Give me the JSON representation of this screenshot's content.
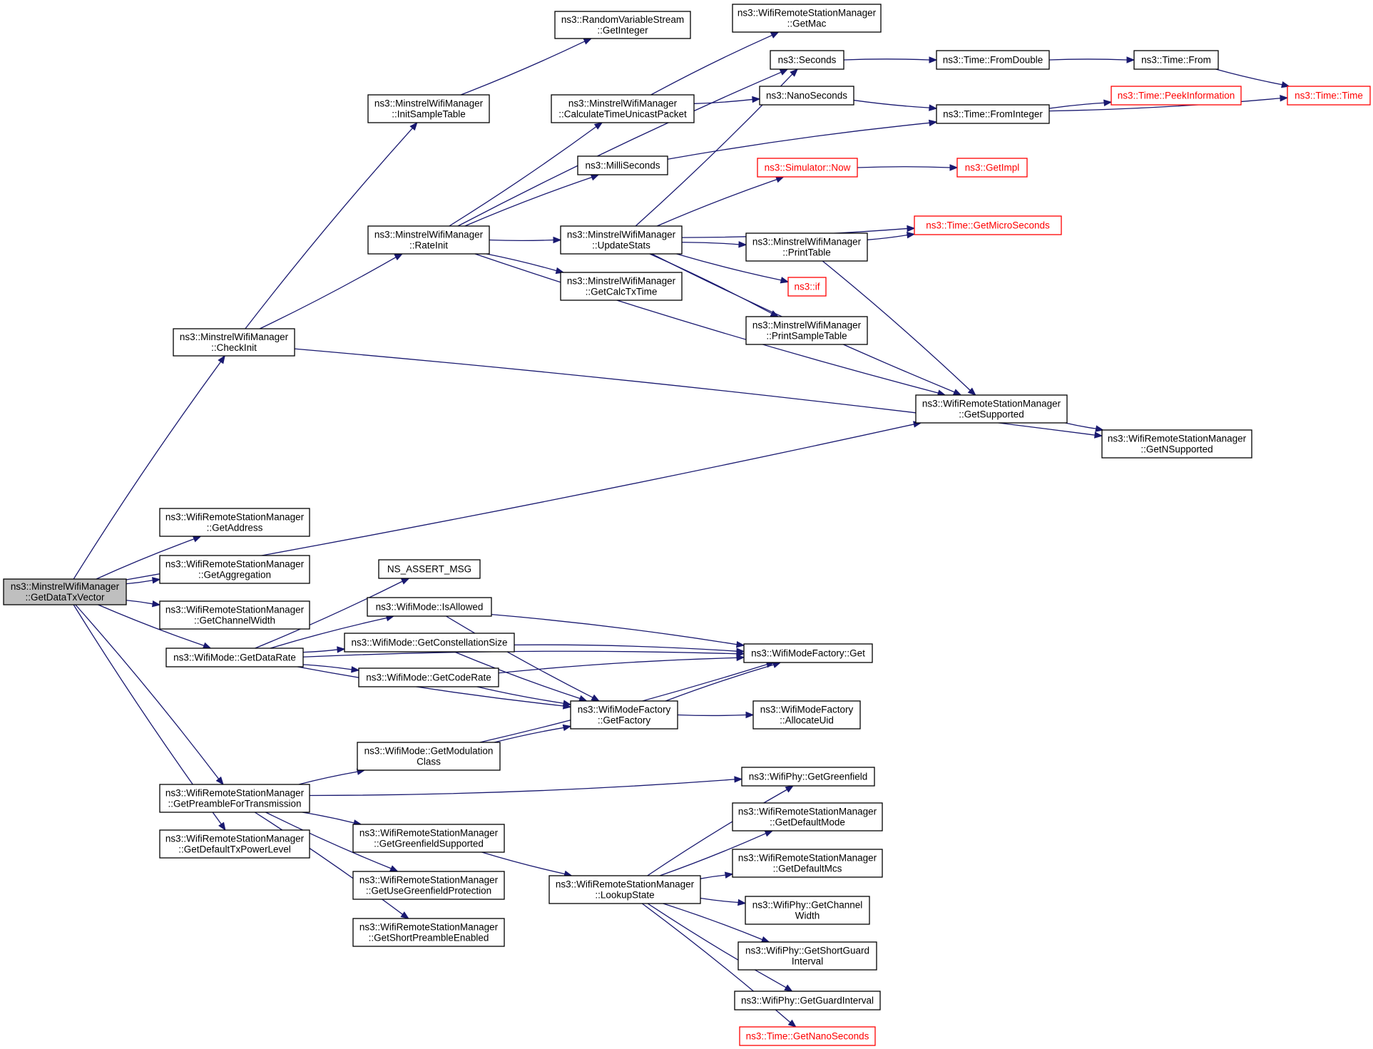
{
  "graph": {
    "nodes": [
      {
        "id": "root",
        "lines": [
          "ns3::MinstrelWifiManager",
          "::GetDataTxVector"
        ],
        "style": "root"
      },
      {
        "id": "checkInit",
        "lines": [
          "ns3::MinstrelWifiManager",
          "::CheckInit"
        ]
      },
      {
        "id": "initSampleTable",
        "lines": [
          "ns3::MinstrelWifiManager",
          "::InitSampleTable"
        ]
      },
      {
        "id": "rateInit",
        "lines": [
          "ns3::MinstrelWifiManager",
          "::RateInit"
        ]
      },
      {
        "id": "rvsGetInteger",
        "lines": [
          "ns3::RandomVariableStream",
          "::GetInteger"
        ]
      },
      {
        "id": "calcTimeUnicast",
        "lines": [
          "ns3::MinstrelWifiManager",
          "::CalculateTimeUnicastPacket"
        ]
      },
      {
        "id": "milliSeconds",
        "lines": [
          "ns3::MilliSeconds"
        ]
      },
      {
        "id": "updateStats",
        "lines": [
          "ns3::MinstrelWifiManager",
          "::UpdateStats"
        ]
      },
      {
        "id": "getCalcTxTime",
        "lines": [
          "ns3::MinstrelWifiManager",
          "::GetCalcTxTime"
        ]
      },
      {
        "id": "getMac",
        "lines": [
          "ns3::WifiRemoteStationManager",
          "::GetMac"
        ]
      },
      {
        "id": "seconds",
        "lines": [
          "ns3::Seconds"
        ]
      },
      {
        "id": "nanoSeconds",
        "lines": [
          "ns3::NanoSeconds"
        ]
      },
      {
        "id": "simNow",
        "lines": [
          "ns3::Simulator::Now"
        ],
        "style": "red"
      },
      {
        "id": "printTable",
        "lines": [
          "ns3::MinstrelWifiManager",
          "::PrintTable"
        ]
      },
      {
        "id": "nsIf",
        "lines": [
          "ns3::if"
        ],
        "style": "red"
      },
      {
        "id": "printSampleTable",
        "lines": [
          "ns3::MinstrelWifiManager",
          "::PrintSampleTable"
        ]
      },
      {
        "id": "timeFromDouble",
        "lines": [
          "ns3::Time::FromDouble"
        ]
      },
      {
        "id": "timeFromInteger",
        "lines": [
          "ns3::Time::FromInteger"
        ]
      },
      {
        "id": "getImpl",
        "lines": [
          "ns3::GetImpl"
        ],
        "style": "red"
      },
      {
        "id": "getMicroSeconds",
        "lines": [
          "ns3::Time::GetMicroSeconds"
        ],
        "style": "red"
      },
      {
        "id": "getSupported",
        "lines": [
          "ns3::WifiRemoteStationManager",
          "::GetSupported"
        ]
      },
      {
        "id": "timeFrom",
        "lines": [
          "ns3::Time::From"
        ]
      },
      {
        "id": "peekInformation",
        "lines": [
          "ns3::Time::PeekInformation"
        ],
        "style": "red"
      },
      {
        "id": "timeTime",
        "lines": [
          "ns3::Time::Time"
        ],
        "style": "red"
      },
      {
        "id": "getNSupported",
        "lines": [
          "ns3::WifiRemoteStationManager",
          "::GetNSupported"
        ]
      },
      {
        "id": "getAddress",
        "lines": [
          "ns3::WifiRemoteStationManager",
          "::GetAddress"
        ]
      },
      {
        "id": "getAggregation",
        "lines": [
          "ns3::WifiRemoteStationManager",
          "::GetAggregation"
        ]
      },
      {
        "id": "getChannelWidth",
        "lines": [
          "ns3::WifiRemoteStationManager",
          "::GetChannelWidth"
        ]
      },
      {
        "id": "getDataRate",
        "lines": [
          "ns3::WifiMode::GetDataRate"
        ]
      },
      {
        "id": "getPreamble",
        "lines": [
          "ns3::WifiRemoteStationManager",
          "::GetPreambleForTransmission"
        ]
      },
      {
        "id": "getDefaultTxPower",
        "lines": [
          "ns3::WifiRemoteStationManager",
          "::GetDefaultTxPowerLevel"
        ]
      },
      {
        "id": "nsAssertMsg",
        "lines": [
          "NS_ASSERT_MSG"
        ]
      },
      {
        "id": "isAllowed",
        "lines": [
          "ns3::WifiMode::IsAllowed"
        ]
      },
      {
        "id": "getConstellation",
        "lines": [
          "ns3::WifiMode::GetConstellationSize"
        ]
      },
      {
        "id": "getCodeRate",
        "lines": [
          "ns3::WifiMode::GetCodeRate"
        ]
      },
      {
        "id": "getModClass",
        "lines": [
          "ns3::WifiMode::GetModulation",
          "Class"
        ]
      },
      {
        "id": "getGreenfieldSupported",
        "lines": [
          "ns3::WifiRemoteStationManager",
          "::GetGreenfieldSupported"
        ]
      },
      {
        "id": "getUseGreenfieldProt",
        "lines": [
          "ns3::WifiRemoteStationManager",
          "::GetUseGreenfieldProtection"
        ]
      },
      {
        "id": "getShortPreamble",
        "lines": [
          "ns3::WifiRemoteStationManager",
          "::GetShortPreambleEnabled"
        ]
      },
      {
        "id": "factoryGetFactory",
        "lines": [
          "ns3::WifiModeFactory",
          "::GetFactory"
        ]
      },
      {
        "id": "lookupState",
        "lines": [
          "ns3::WifiRemoteStationManager",
          "::LookupState"
        ]
      },
      {
        "id": "factoryGet",
        "lines": [
          "ns3::WifiModeFactory::Get"
        ]
      },
      {
        "id": "allocateUid",
        "lines": [
          "ns3::WifiModeFactory",
          "::AllocateUid"
        ]
      },
      {
        "id": "phyGreenfield",
        "lines": [
          "ns3::WifiPhy::GetGreenfield"
        ]
      },
      {
        "id": "getDefaultMode",
        "lines": [
          "ns3::WifiRemoteStationManager",
          "::GetDefaultMode"
        ]
      },
      {
        "id": "getDefaultMcs",
        "lines": [
          "ns3::WifiRemoteStationManager",
          "::GetDefaultMcs"
        ]
      },
      {
        "id": "phyChannelWidth",
        "lines": [
          "ns3::WifiPhy::GetChannel",
          "Width"
        ]
      },
      {
        "id": "phyShortGuard",
        "lines": [
          "ns3::WifiPhy::GetShortGuard",
          "Interval"
        ]
      },
      {
        "id": "phyGuardInterval",
        "lines": [
          "ns3::WifiPhy::GetGuardInterval"
        ]
      },
      {
        "id": "getNanoSeconds",
        "lines": [
          "ns3::Time::GetNanoSeconds"
        ],
        "style": "red"
      }
    ],
    "edges": [
      [
        "root",
        "checkInit"
      ],
      [
        "root",
        "getSupported"
      ],
      [
        "root",
        "getAddress"
      ],
      [
        "root",
        "getAggregation"
      ],
      [
        "root",
        "getChannelWidth"
      ],
      [
        "root",
        "getDataRate"
      ],
      [
        "root",
        "getPreamble"
      ],
      [
        "root",
        "getDefaultTxPower"
      ],
      [
        "checkInit",
        "initSampleTable"
      ],
      [
        "checkInit",
        "rateInit"
      ],
      [
        "checkInit",
        "getNSupported"
      ],
      [
        "initSampleTable",
        "rvsGetInteger"
      ],
      [
        "rateInit",
        "seconds"
      ],
      [
        "rateInit",
        "calcTimeUnicast"
      ],
      [
        "rateInit",
        "milliSeconds"
      ],
      [
        "rateInit",
        "updateStats"
      ],
      [
        "rateInit",
        "getCalcTxTime"
      ],
      [
        "rateInit",
        "getSupported"
      ],
      [
        "calcTimeUnicast",
        "getMac"
      ],
      [
        "calcTimeUnicast",
        "nanoSeconds"
      ],
      [
        "milliSeconds",
        "timeFromInteger"
      ],
      [
        "updateStats",
        "seconds"
      ],
      [
        "updateStats",
        "simNow"
      ],
      [
        "updateStats",
        "getMicroSeconds"
      ],
      [
        "updateStats",
        "printTable"
      ],
      [
        "updateStats",
        "nsIf"
      ],
      [
        "updateStats",
        "printSampleTable"
      ],
      [
        "updateStats",
        "getSupported"
      ],
      [
        "seconds",
        "timeFromDouble"
      ],
      [
        "nanoSeconds",
        "timeFromInteger"
      ],
      [
        "timeFromDouble",
        "timeFrom"
      ],
      [
        "timeFrom",
        "timeTime"
      ],
      [
        "timeFromInteger",
        "peekInformation"
      ],
      [
        "timeFromInteger",
        "timeTime"
      ],
      [
        "simNow",
        "getImpl"
      ],
      [
        "printTable",
        "getMicroSeconds"
      ],
      [
        "printTable",
        "getSupported"
      ],
      [
        "getSupported",
        "getNSupported"
      ],
      [
        "getDataRate",
        "factoryGet"
      ],
      [
        "getDataRate",
        "nsAssertMsg"
      ],
      [
        "getDataRate",
        "isAllowed"
      ],
      [
        "getDataRate",
        "getConstellation"
      ],
      [
        "getDataRate",
        "getCodeRate"
      ],
      [
        "getDataRate",
        "factoryGetFactory"
      ],
      [
        "isAllowed",
        "factoryGet"
      ],
      [
        "isAllowed",
        "factoryGetFactory"
      ],
      [
        "getConstellation",
        "factoryGet"
      ],
      [
        "getConstellation",
        "factoryGetFactory"
      ],
      [
        "getCodeRate",
        "factoryGet"
      ],
      [
        "getCodeRate",
        "factoryGetFactory"
      ],
      [
        "factoryGetFactory",
        "factoryGet"
      ],
      [
        "factoryGetFactory",
        "allocateUid"
      ],
      [
        "getModClass",
        "factoryGetFactory"
      ],
      [
        "getModClass",
        "factoryGet"
      ],
      [
        "getPreamble",
        "getModClass"
      ],
      [
        "getPreamble",
        "phyGreenfield"
      ],
      [
        "getPreamble",
        "getGreenfieldSupported"
      ],
      [
        "getPreamble",
        "getUseGreenfieldProt"
      ],
      [
        "getPreamble",
        "getShortPreamble"
      ],
      [
        "getGreenfieldSupported",
        "lookupState"
      ],
      [
        "lookupState",
        "phyGreenfield"
      ],
      [
        "lookupState",
        "getDefaultMode"
      ],
      [
        "lookupState",
        "getDefaultMcs"
      ],
      [
        "lookupState",
        "phyChannelWidth"
      ],
      [
        "lookupState",
        "phyShortGuard"
      ],
      [
        "lookupState",
        "phyGuardInterval"
      ],
      [
        "lookupState",
        "getNanoSeconds"
      ]
    ]
  }
}
